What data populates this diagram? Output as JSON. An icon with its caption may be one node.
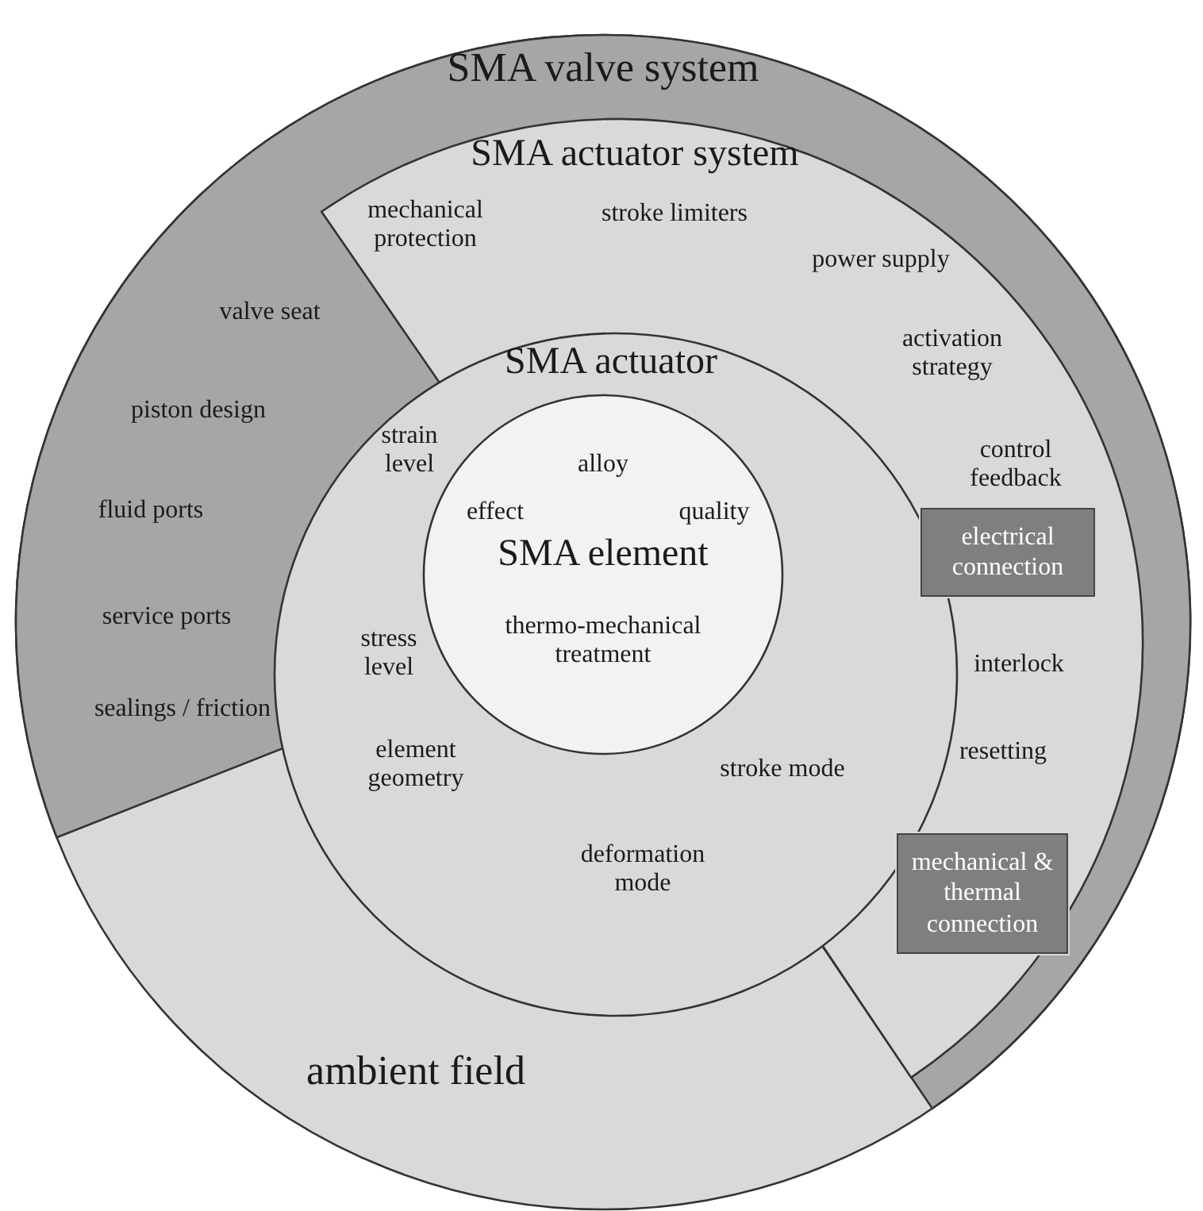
{
  "diagram": {
    "nodes": [
      {
        "text": [
          "ambient field"
        ]
      },
      {
        "text": [
          "SMA valve system",
          "valve seat",
          "piston design",
          "fluid ports",
          "service ports",
          "sealings / friction"
        ],
        "in": 0
      },
      {
        "text": [
          "SMA actuator system",
          "mechanical protection",
          "stroke limiters",
          "power supply",
          "activation strategy",
          "control feedback",
          "interlock",
          "resetting"
        ],
        "in": 1
      },
      {
        "text": [
          "SMA actuator",
          "strain level",
          "stress level",
          "element geometry",
          "deformation mode",
          "stroke mode"
        ],
        "in": 0
      },
      {
        "text": [
          "alloy",
          "effect",
          "quality",
          "SMA element",
          "thermo-mechanical treatment"
        ],
        "in": 3
      },
      {
        "text": [
          "electrical connection"
        ],
        "in": 2
      },
      {
        "text": [
          "mechanical & thermal connection"
        ],
        "in": 2
      }
    ]
  }
}
